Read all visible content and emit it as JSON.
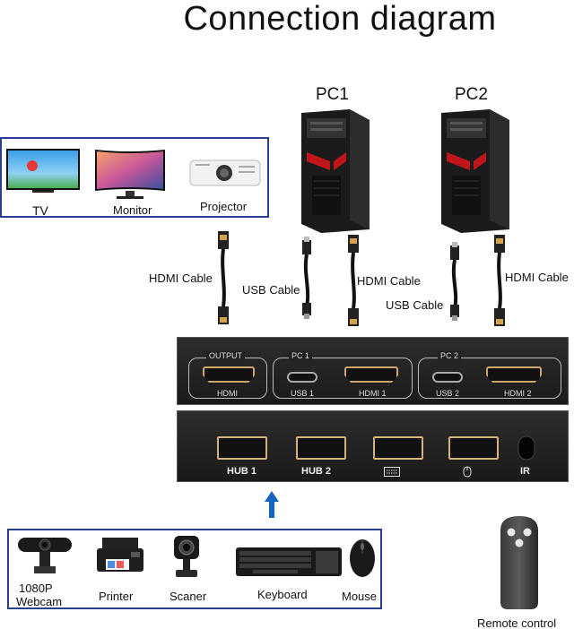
{
  "title": "Connection diagram",
  "pcs": [
    {
      "label": "PC1"
    },
    {
      "label": "PC2"
    }
  ],
  "displays": [
    {
      "label": "TV",
      "icon": "tv-icon"
    },
    {
      "label": "Monitor",
      "icon": "monitor-icon"
    },
    {
      "label": "Projector",
      "icon": "projector-icon"
    }
  ],
  "cables": {
    "hdmi_output": "HDMI  Cable",
    "usb_pc1": "USB  Cable",
    "hdmi_pc1": "HDMI  Cable",
    "usb_pc2": "USB  Cable",
    "hdmi_pc2": "HDMI  Cable"
  },
  "kvm_back": {
    "output_group": "OUTPUT",
    "output_port": "HDMI",
    "pc1_group": "PC 1",
    "pc1_usb": "USB 1",
    "pc1_hdmi": "HDMI 1",
    "pc2_group": "PC 2",
    "pc2_usb": "USB 2",
    "pc2_hdmi": "HDMI 2"
  },
  "kvm_front": {
    "hub1": "HUB 1",
    "hub2": "HUB 2",
    "keyboard_icon": "keyboard-icon",
    "mouse_icon": "mouse-icon",
    "ir": "IR"
  },
  "devices": [
    {
      "label": "1080P\nWebcam",
      "icon": "webcam-icon"
    },
    {
      "label": "Printer",
      "icon": "printer-icon"
    },
    {
      "label": "Scaner",
      "icon": "scanner-icon"
    },
    {
      "label": "Keyboard",
      "icon": "keyboard-icon"
    },
    {
      "label": "Mouse",
      "icon": "mouse-icon"
    }
  ],
  "remote": {
    "label": "Remote control"
  },
  "colors": {
    "box_border": "#2b3f8f",
    "arrow": "#1565c0",
    "hdmi_gold": "#c9a86a",
    "pc_red": "#c0161b"
  }
}
